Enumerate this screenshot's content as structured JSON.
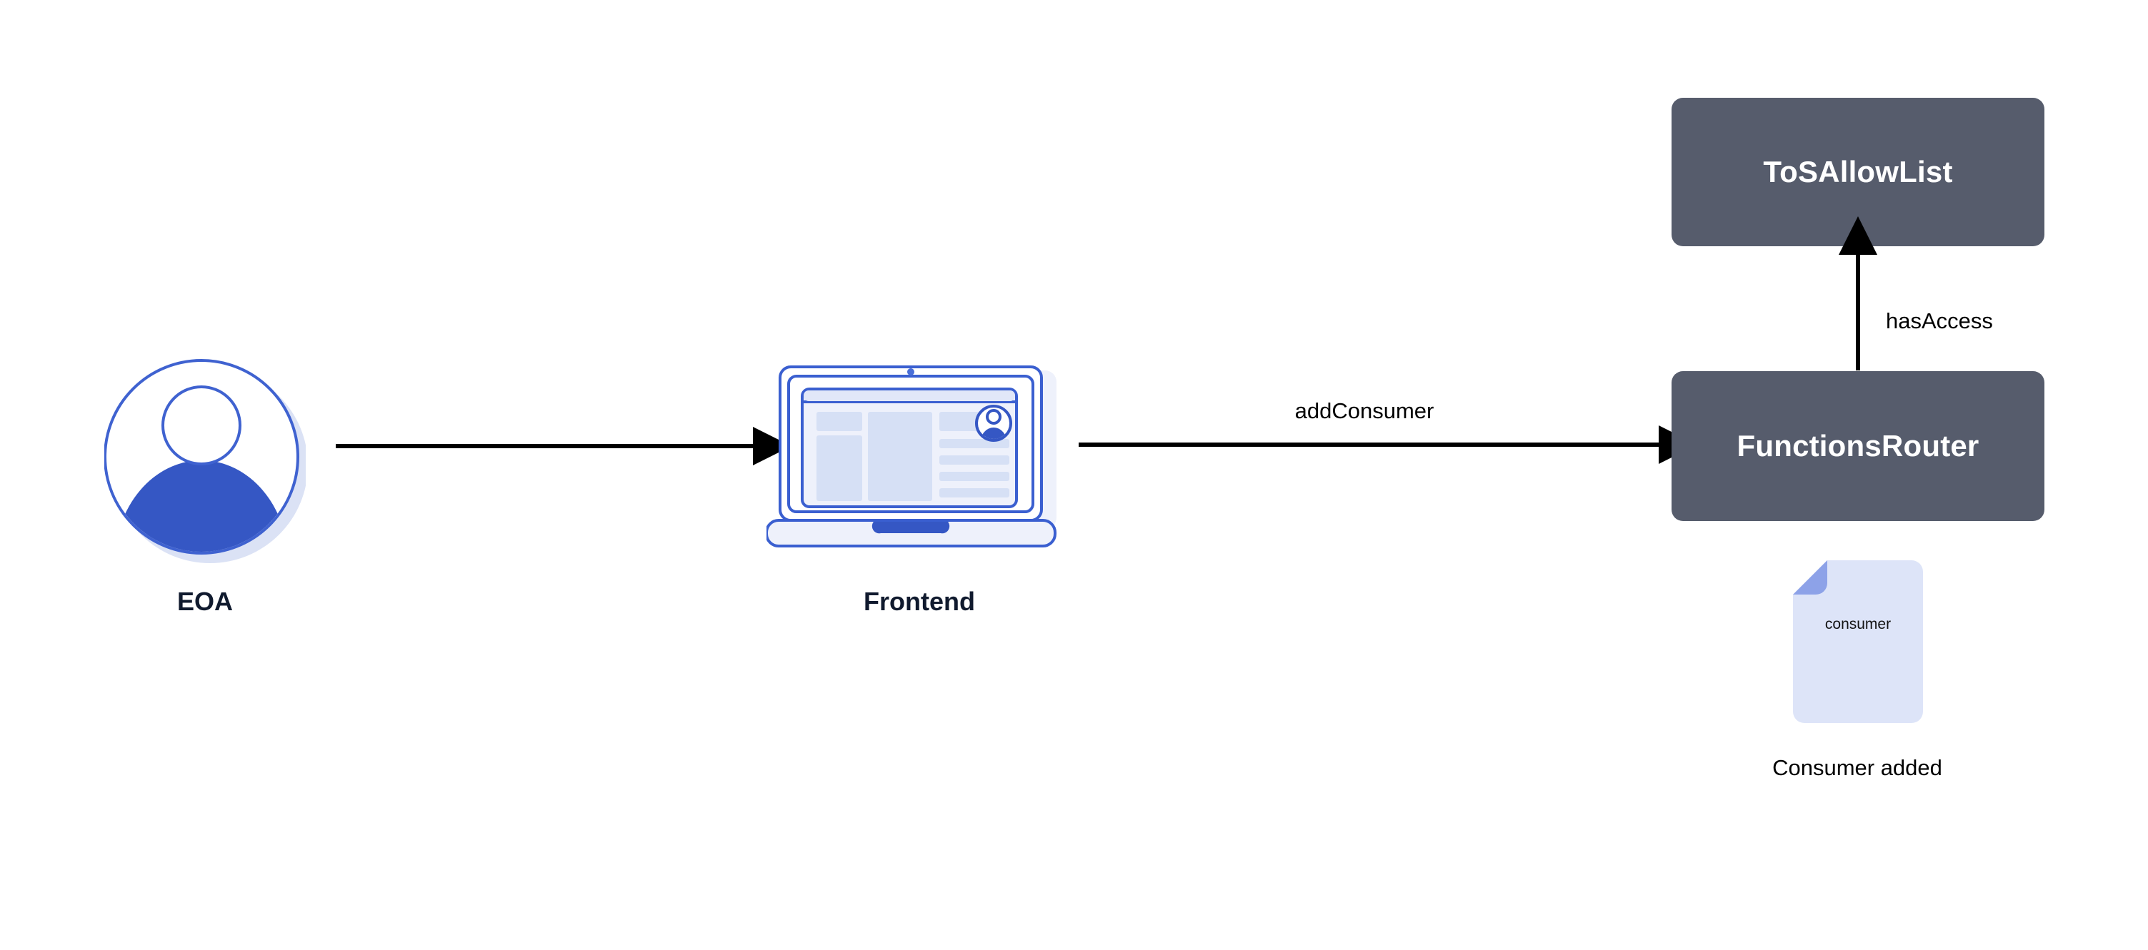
{
  "diagram": {
    "title_nodes": {
      "tos_allow_list": "ToSAllowList",
      "functions_router": "FunctionsRouter"
    },
    "actors": [
      {
        "id": "eoa",
        "caption": "EOA",
        "icon": "user-avatar-icon"
      },
      {
        "id": "frontend",
        "caption": "Frontend",
        "icon": "laptop-icon"
      }
    ],
    "edges": [
      {
        "id": "eoa-to-frontend",
        "label": "",
        "from": "EOA",
        "to": "Frontend",
        "direction": "right"
      },
      {
        "id": "frontend-to-router",
        "label": "addConsumer",
        "from": "Frontend",
        "to": "FunctionsRouter",
        "direction": "right"
      },
      {
        "id": "router-to-allowlist",
        "label": "hasAccess",
        "from": "FunctionsRouter",
        "to": "ToSAllowList",
        "direction": "up"
      }
    ],
    "artifact": {
      "icon": "file-document-icon",
      "inner_label": "consumer",
      "caption": "Consumer added"
    },
    "colors": {
      "node_fill": "#565c6c",
      "node_text": "#ffffff",
      "caption_text": "#101a2e",
      "accent_blue": "#3557c4",
      "light_blue": "#dbe2f5",
      "file_fill": "#dde4f8",
      "file_fold": "#8da2e8",
      "arrow": "#000000",
      "background": "#ffffff"
    }
  }
}
